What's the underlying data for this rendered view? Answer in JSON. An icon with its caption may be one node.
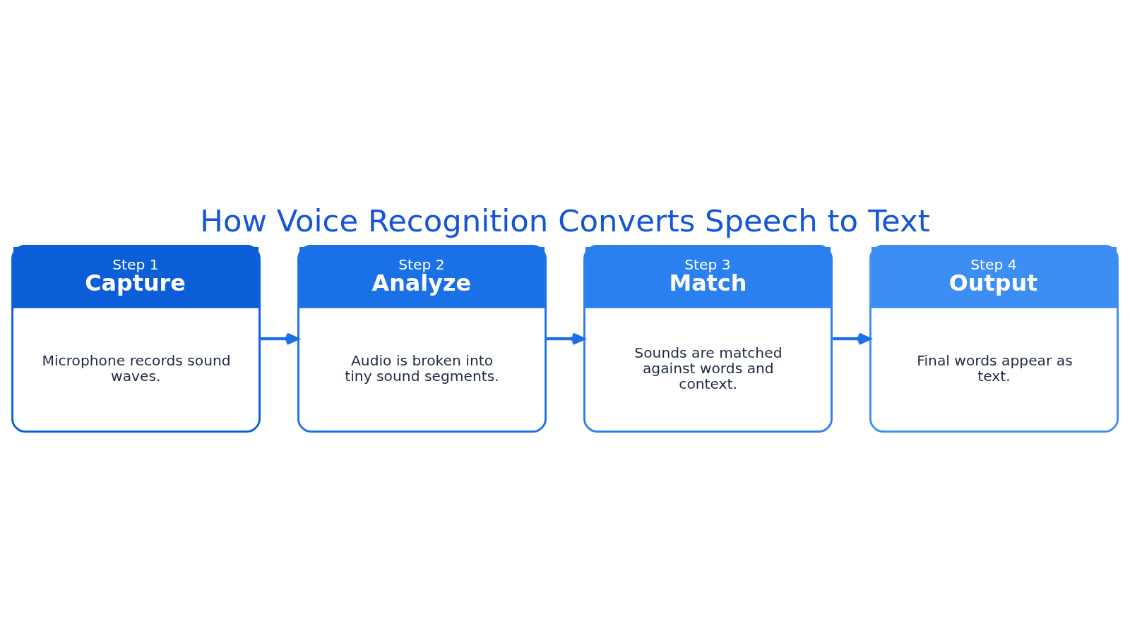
{
  "diagram": {
    "title": "How Voice Recognition Converts Speech to Text",
    "nodes": [
      {
        "text": [
          "Step 1",
          "Capture",
          "Microphone records sound waves."
        ]
      },
      {
        "text": [
          "Step 2",
          "Analyze",
          "Audio is broken into tiny sound segments."
        ]
      },
      {
        "text": [
          "Step 3",
          "Match",
          "Sounds are matched against words and context."
        ]
      },
      {
        "text": [
          "Step 4",
          "Output",
          "Final words appear as text."
        ]
      }
    ],
    "edges": [
      {
        "from": 0,
        "to": 1,
        "arrow": "to"
      },
      {
        "from": 1,
        "to": 2,
        "arrow": "to"
      },
      {
        "from": 2,
        "to": 3,
        "arrow": "to"
      }
    ]
  }
}
